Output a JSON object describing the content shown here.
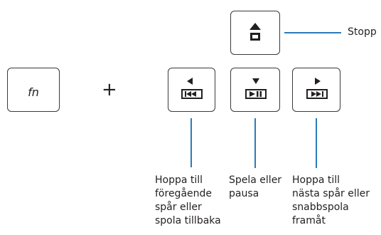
{
  "keys": {
    "fn": "fn",
    "plus": "+"
  },
  "labels": {
    "stop": "Stopp",
    "prev": [
      "Hoppa till",
      "föregående",
      "spår eller",
      "spola tillbaka"
    ],
    "play": [
      "Spela eller",
      "pausa"
    ],
    "next": [
      "Hoppa till",
      "nästa spår eller",
      "snabbspola",
      "framåt"
    ]
  },
  "colors": {
    "leader_line": "#2b7bb9",
    "key_border": "#3a3a3a",
    "icon": "#231f20"
  },
  "icons": [
    "eject-stop-icon",
    "rewind-previous-icon",
    "play-pause-icon",
    "fast-forward-next-icon"
  ]
}
